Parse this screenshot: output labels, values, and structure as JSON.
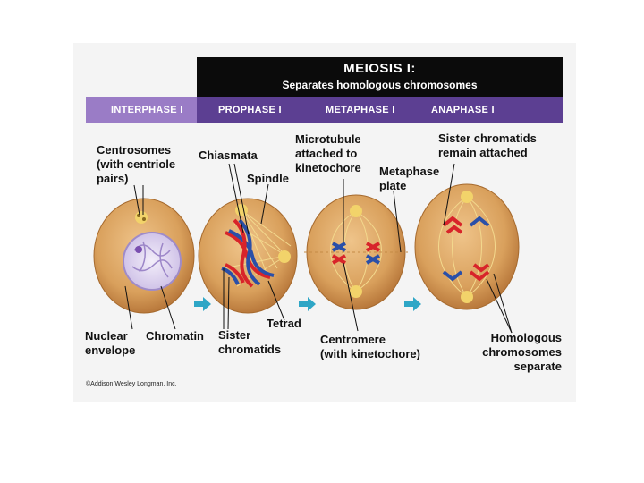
{
  "title": {
    "main": "MEIOSIS I:",
    "subtitle": "Separates homologous chromosomes"
  },
  "phases": [
    "INTERPHASE I",
    "PROPHASE I",
    "METAPHASE I",
    "ANAPHASE I"
  ],
  "labels": {
    "centrosomes": "Centrosomes\n(with centriole\npairs)",
    "chiasmata": "Chiasmata",
    "spindle": "Spindle",
    "microtubule": "Microtubule\nattached to\nkinetochore",
    "metaphase_plate": "Metaphase\nplate",
    "sister_remain": "Sister chromatids\nremain attached",
    "nuclear_envelope": "Nuclear\nenvelope",
    "chromatin": "Chromatin",
    "sister_chromatids": "Sister\nchromatids",
    "tetrad": "Tetrad",
    "centromere": "Centromere\n(with kinetochore)",
    "homologous": "Homologous\nchromosomes\nseparate"
  },
  "copyright": "©Addison Wesley Longman, Inc.",
  "colors": {
    "title_bar": "#0b0b0b",
    "phase_bar": "#5c3f92",
    "phase_bar_first": "#9a7cc6",
    "cell": "#d9a05c",
    "arrow": "#2ea6c6",
    "chromosome_red": "#d8242a",
    "chromosome_blue": "#2a4fa8"
  }
}
